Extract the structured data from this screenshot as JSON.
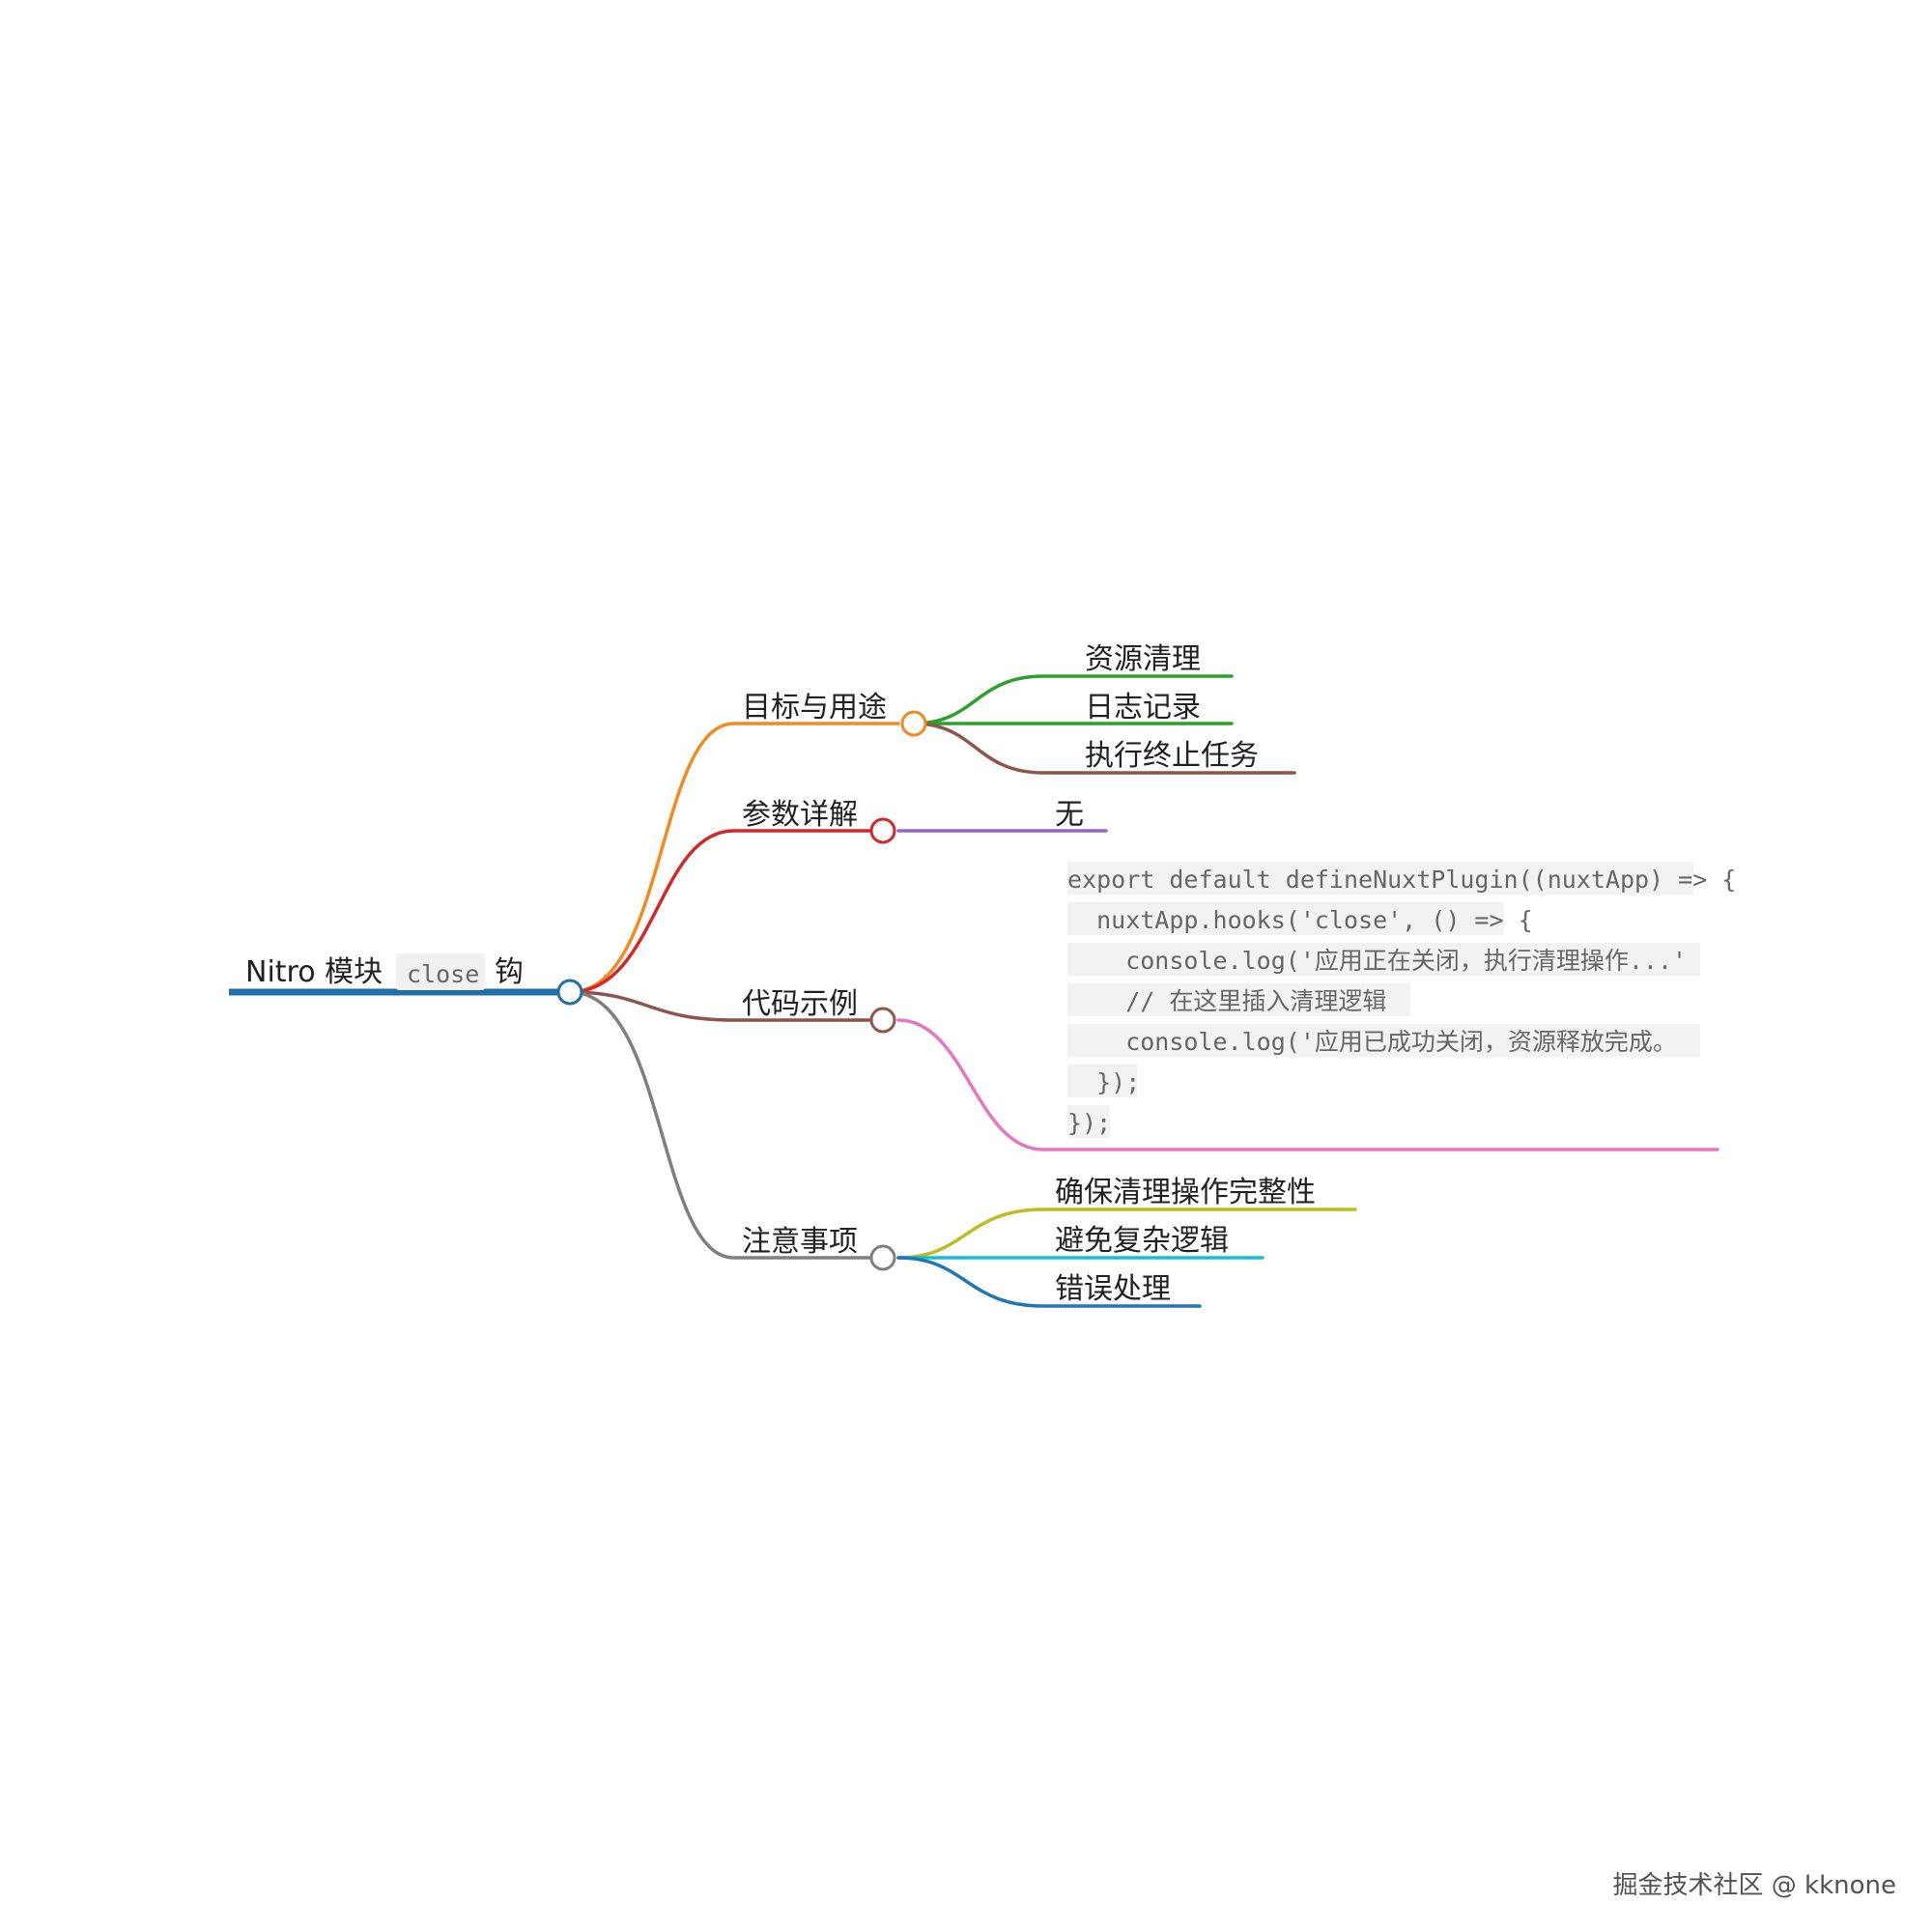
{
  "root": {
    "title_before": "Nitro 模块",
    "code": "close",
    "title_after": "钩",
    "color": "#1f6fa8"
  },
  "branches": [
    {
      "label": "目标与用途",
      "color": "#f28a1e",
      "children": [
        {
          "label": "资源清理",
          "color": "#2ca02c"
        },
        {
          "label": "日志记录",
          "color": "#2ca02c"
        },
        {
          "label": "执行终止任务",
          "color": "#8c564b"
        }
      ]
    },
    {
      "label": "参数详解",
      "color": "#d62728",
      "children": [
        {
          "label": "无",
          "color": "#9467bd"
        }
      ]
    },
    {
      "label": "代码示例",
      "color": "#8c564b",
      "code_color": "#e377c2",
      "code_lines": [
        "export default defineNuxtPlugin((nuxtApp) => {",
        "  nuxtApp.hooks('close', () => {",
        "    console.log('应用正在关闭，执行清理操作...'",
        "    // 在这里插入清理逻辑",
        "    console.log('应用已成功关闭，资源释放完成。",
        "  });",
        "});"
      ]
    },
    {
      "label": "注意事项",
      "color": "#7f7f7f",
      "children": [
        {
          "label": "确保清理操作完整性",
          "color": "#bcbd22"
        },
        {
          "label": "避免复杂逻辑",
          "color": "#17becf"
        },
        {
          "label": "错误处理",
          "color": "#1f77b4"
        }
      ]
    }
  ],
  "watermark": "掘金技术社区 @ kknone"
}
